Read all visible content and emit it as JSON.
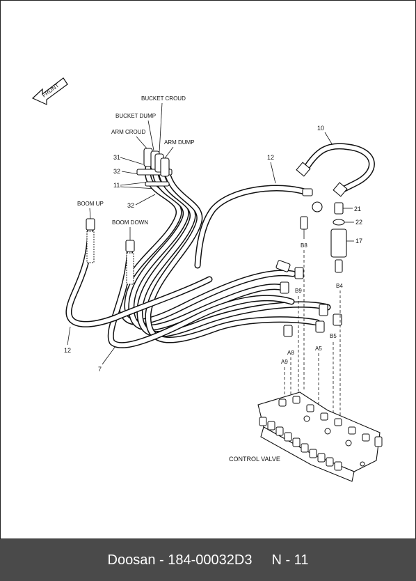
{
  "labels": {
    "front": "FRONT",
    "bucket_croud": "BUCKET CROUD",
    "bucket_dump": "BUCKET DUMP",
    "arm_croud": "ARM CROUD",
    "arm_dump": "ARM DUMP",
    "boom_up": "BOOM UP",
    "boom_down": "BOOM DOWN",
    "control_valve": "CONTROL VALVE"
  },
  "callouts": {
    "n10": "10",
    "n12_top": "12",
    "n12_bottom": "12",
    "n31": "31",
    "n32_top": "32",
    "n11": "11",
    "n32_bottom": "32",
    "n21": "21",
    "n22": "22",
    "n17": "17",
    "n7": "7"
  },
  "ports": {
    "b8": "B8",
    "b9": "B9",
    "b4": "B4",
    "b5": "B5",
    "a5": "A5",
    "a8": "A8",
    "a9": "A9"
  },
  "footer": {
    "part_ref": "Doosan - 184-00032D3",
    "page": "N - 11"
  }
}
